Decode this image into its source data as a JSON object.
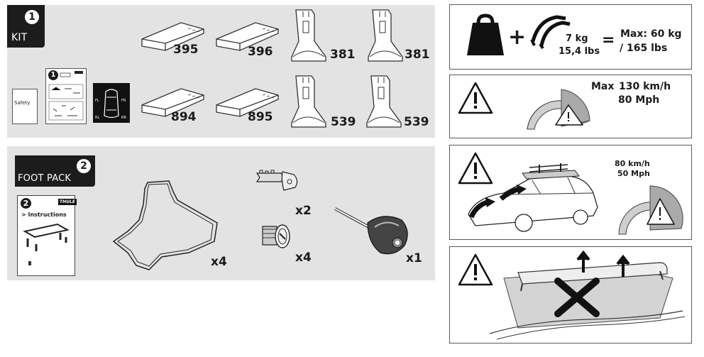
{
  "kit": {
    "badge_number": "1",
    "badge_label": "KIT",
    "parts": [
      {
        "number": "395",
        "kind": "pad"
      },
      {
        "number": "396",
        "kind": "pad"
      },
      {
        "number": "381",
        "kind": "foot"
      },
      {
        "number": "381",
        "kind": "foot"
      },
      {
        "number": "894",
        "kind": "pad"
      },
      {
        "number": "895",
        "kind": "pad"
      },
      {
        "number": "539",
        "kind": "foot"
      },
      {
        "number": "539",
        "kind": "foot"
      }
    ],
    "docs": {
      "safety_label": "Safety",
      "manual_number": "1",
      "car_labels": {
        "fl": "FL",
        "fr": "FR",
        "rl": "RL",
        "rr": "RR"
      }
    }
  },
  "foot_pack": {
    "badge_number": "2",
    "badge_label": "FOOT PACK",
    "manual": {
      "number": "2",
      "title": "> Instructions",
      "brand": "THULE"
    },
    "items": [
      {
        "name": "rubber-pad",
        "qty": "x4"
      },
      {
        "name": "key",
        "qty": "x2"
      },
      {
        "name": "lock-cylinder",
        "qty": "x4"
      },
      {
        "name": "torque-tool",
        "qty": "x1"
      }
    ]
  },
  "warnings": {
    "load": {
      "plus": "+",
      "equals": "=",
      "bars_weight_kg": "7 kg",
      "bars_weight_lbs": "15,4 lbs",
      "max_kg": "Max: 60 kg",
      "max_lbs": "/ 165 lbs"
    },
    "speed": {
      "max_label": "Max",
      "kmh": "130 km/h",
      "mph": "80 Mph"
    },
    "loaded_speed": {
      "kmh": "80 km/h",
      "mph": "50 Mph"
    }
  },
  "colors": {
    "panel_bg": "#e3e3e3",
    "badge_bg": "#1c1c1c",
    "line": "#1b1b1b"
  }
}
